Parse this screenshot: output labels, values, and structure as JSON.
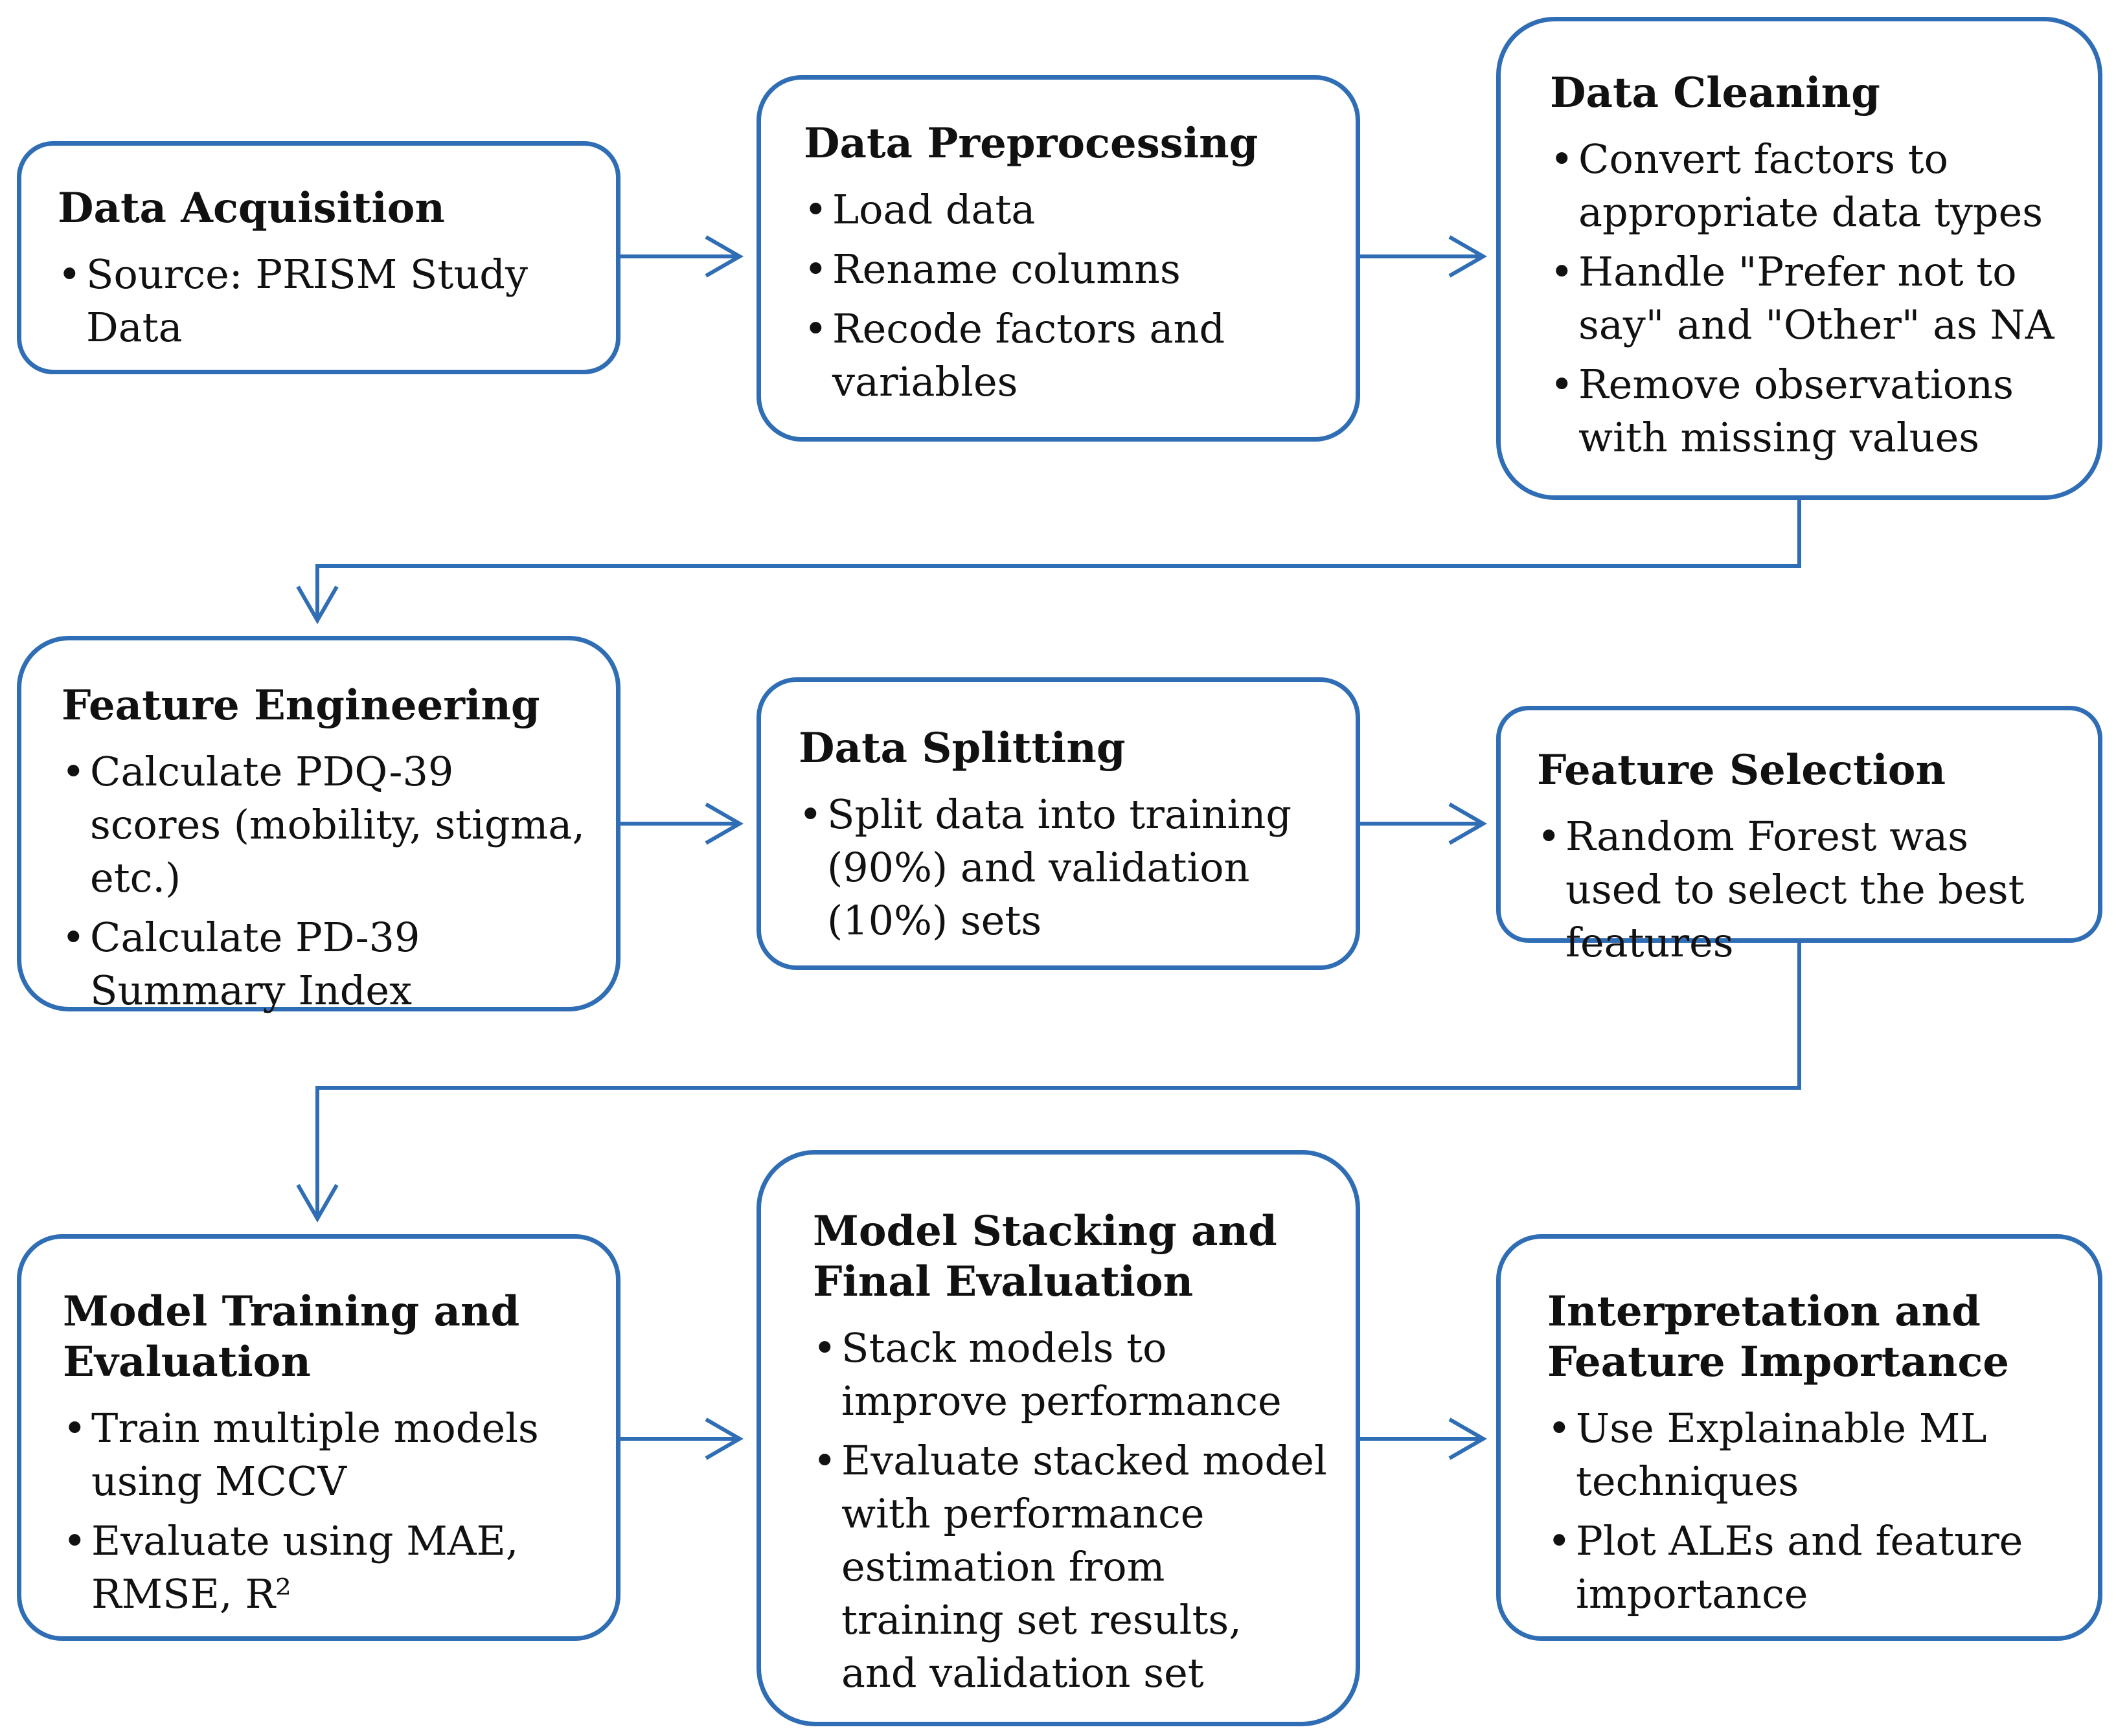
{
  "colors": {
    "stroke": "#2f6db5",
    "text": "#111111",
    "background": "#ffffff"
  },
  "boxes": {
    "acquisition": {
      "title": "Data Acquisition",
      "items": [
        "Source: PRISM Study Data"
      ]
    },
    "preprocessing": {
      "title": "Data Preprocessing",
      "items": [
        "Load data",
        "Rename columns",
        "Recode factors and variables"
      ]
    },
    "cleaning": {
      "title": "Data Cleaning",
      "items": [
        "Convert factors to appropriate data types",
        "Handle \"Prefer not to say\" and \"Other\" as NA",
        "Remove observations with missing values"
      ]
    },
    "engineering": {
      "title": "Feature Engineering",
      "items": [
        "Calculate PDQ-39 scores (mobility, stigma, etc.)",
        "Calculate PD-39 Summary Index"
      ]
    },
    "splitting": {
      "title": "Data Splitting",
      "items": [
        "Split data into training (90%) and validation (10%) sets"
      ]
    },
    "selection": {
      "title": "Feature Selection",
      "items": [
        "Random Forest was used to select the best features"
      ]
    },
    "training": {
      "title": "Model Training and Evaluation",
      "items": [
        "Train multiple models using MCCV",
        "Evaluate using MAE, RMSE, R²"
      ]
    },
    "stacking": {
      "title": "Model Stacking and Final Evaluation",
      "items": [
        "Stack models to improve performance",
        "Evaluate stacked model with performance estimation from training set results, and validation set"
      ]
    },
    "interpretation": {
      "title": "Interpretation and Feature Importance",
      "items": [
        "Use Explainable ML techniques",
        "Plot ALEs and feature importance"
      ]
    }
  }
}
